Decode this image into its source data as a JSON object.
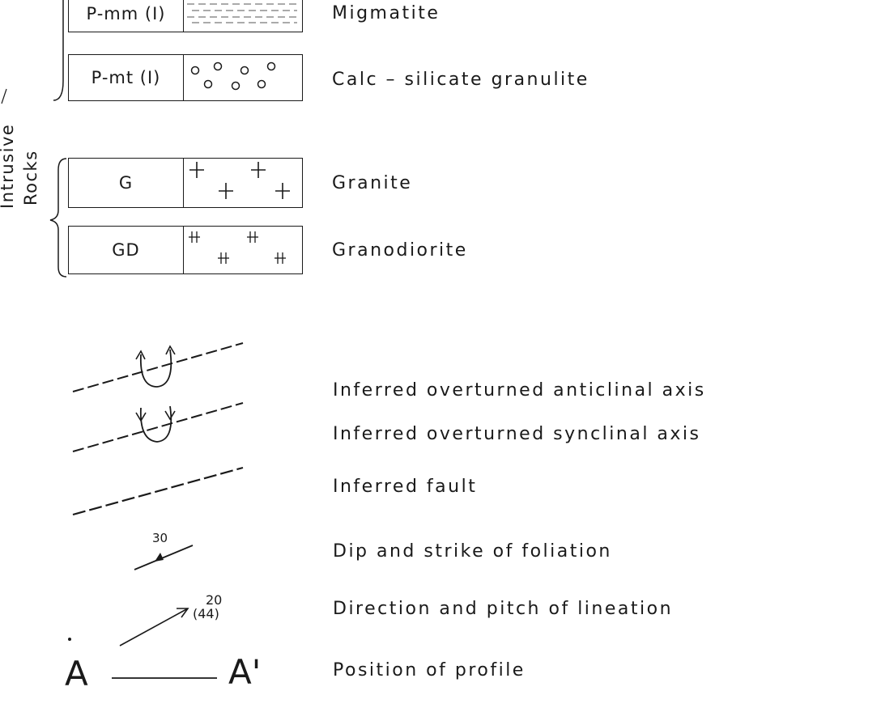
{
  "metamorphic": [
    {
      "code": "P-mm (I)",
      "label": "Migmatite",
      "pattern": "dashes"
    },
    {
      "code": "P-mt (I)",
      "label": "Calc – silicate  granulite",
      "pattern": "circles"
    }
  ],
  "intrusive": {
    "group_label_line1": "Intrusive",
    "group_label_line2": "Rocks",
    "units": [
      {
        "code": "G",
        "label": "Granite",
        "pattern": "plus"
      },
      {
        "code": "GD",
        "label": "Granodiorite",
        "pattern": "double-plus"
      }
    ]
  },
  "structures": [
    {
      "symbol": "anticline-axis",
      "label": "Inferred  overturned  anticlinal  axis"
    },
    {
      "symbol": "syncline-axis",
      "label": "Inferred  overturned  synclinal  axis"
    },
    {
      "symbol": "fault-line",
      "label": "Inferred  fault"
    },
    {
      "symbol": "foliation",
      "label": "Dip  and  strike  of  foliation",
      "dip": "30"
    },
    {
      "symbol": "lineation",
      "label": "Direction and  pitch  of  lineation",
      "pitch": "20",
      "pitch_alt": "(44)"
    },
    {
      "symbol": "profile",
      "label": "Position  of  profile",
      "start": "A",
      "end": "A'"
    }
  ]
}
